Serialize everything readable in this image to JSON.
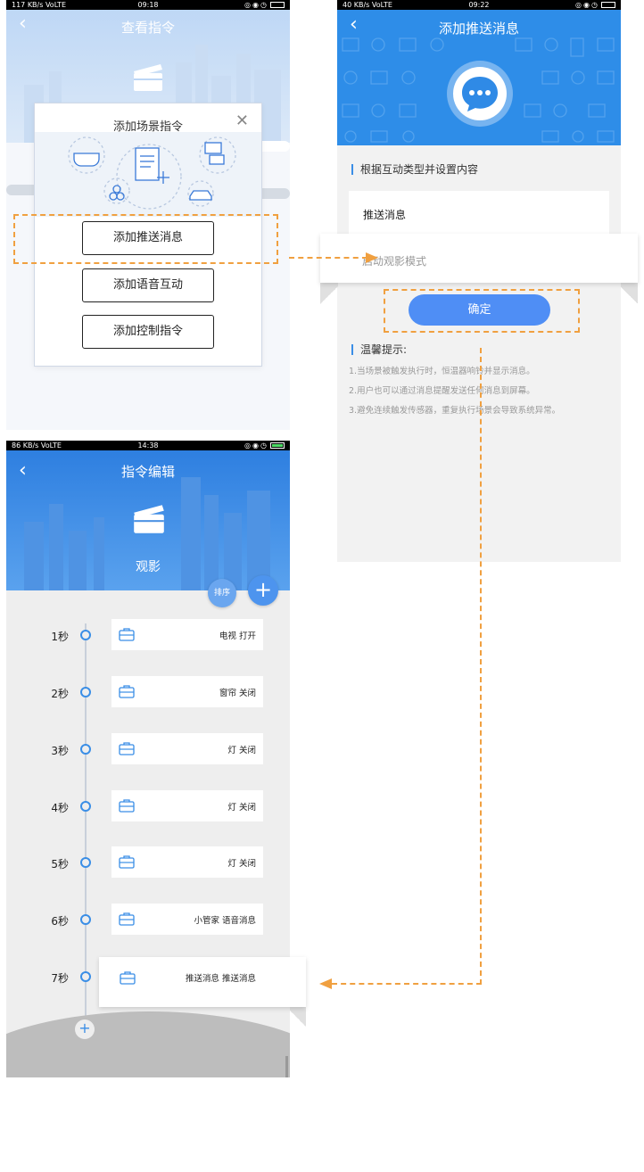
{
  "screen1": {
    "status": {
      "net": "117 KB/s VoLTE",
      "time": "09:18"
    },
    "title": "查看指令",
    "dialog": {
      "title": "添加场景指令",
      "buttons": [
        "添加推送消息",
        "添加语音互动",
        "添加控制指令"
      ]
    }
  },
  "screen2": {
    "status": {
      "net": "40 KB/s VoLTE",
      "time": "09:22"
    },
    "title": "添加推送消息",
    "section_label": "根据互动类型并设置内容",
    "field_label": "推送消息",
    "input_value": "启动观影模式",
    "confirm": "确定",
    "tips_title": "温馨提示:",
    "tips": [
      "1.当场景被触发执行时，恒温器响铃并显示消息。",
      "2.用户也可以通过消息提醒发送任何消息到屏幕。",
      "3.避免连续触发传感器，重复执行场景会导致系统异常。"
    ]
  },
  "screen3": {
    "status": {
      "net": "86 KB/s VoLTE",
      "time": "14:38"
    },
    "title": "指令编辑",
    "scene_name": "观影",
    "sort_label": "排序",
    "rows": [
      {
        "time": "1秒",
        "text": "电视  打开"
      },
      {
        "time": "2秒",
        "text": "窗帘  关闭"
      },
      {
        "time": "3秒",
        "text": "灯  关闭"
      },
      {
        "time": "4秒",
        "text": "灯  关闭"
      },
      {
        "time": "5秒",
        "text": "灯  关闭"
      },
      {
        "time": "6秒",
        "text": "小管家  语音消息"
      },
      {
        "time": "7秒",
        "text": "推送消息  推送消息"
      }
    ]
  },
  "colors": {
    "accent": "#3a8ee6",
    "highlight": "#f0a040",
    "confirm": "#4f8ef5"
  }
}
